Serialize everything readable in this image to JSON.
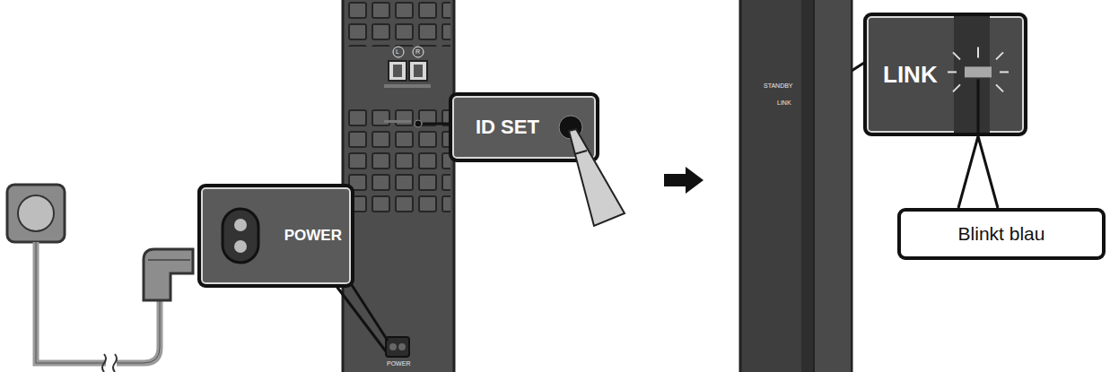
{
  "diagram": {
    "nodes": [
      {
        "text": [
          "POWER"
        ]
      },
      {
        "text": [
          "ID SET"
        ]
      },
      {
        "text": [
          "LINK"
        ]
      },
      {
        "text": [
          "Blinkt blau"
        ]
      }
    ],
    "edges": [
      {
        "from": 3,
        "to": 2,
        "arrow": "none"
      }
    ],
    "labels": [
      "L",
      "R",
      "POWER",
      "STANDBY",
      "LINK"
    ]
  }
}
